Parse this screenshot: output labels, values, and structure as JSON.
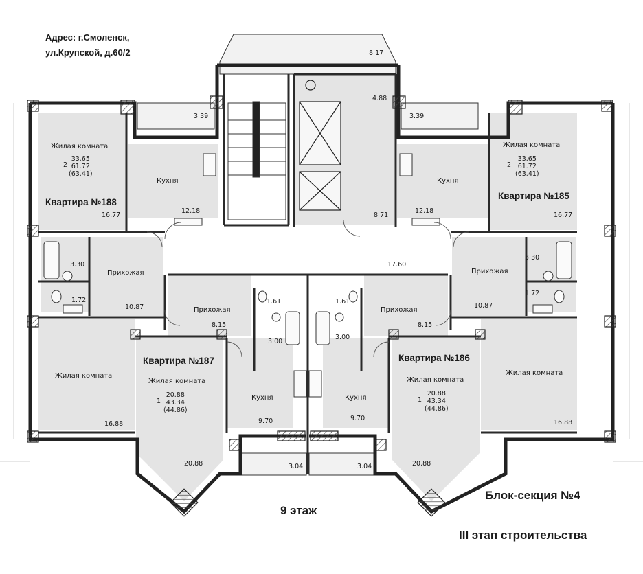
{
  "address": {
    "line1": "Адрес: г.Смоленск,",
    "line2": "ул.Крупской, д.60/2"
  },
  "floor_label": "9 этаж",
  "block_label": "Блок-секция №4",
  "stage_label": "III этап строительства",
  "apartments": [
    {
      "id": "185",
      "label": "Квартира №185",
      "rooms": "2",
      "living_area": "33.65",
      "total_area": "61.72",
      "total_with_balcony": "(63.41)",
      "living_room": "Жилая комната",
      "kitchen": "Кухня",
      "hall": "Прихожая",
      "room_areas": [
        "3.39",
        "12.18",
        "16.77",
        "3.30",
        "1.72",
        "10.87",
        "16.88"
      ]
    },
    {
      "id": "186",
      "label": "Квартира №186",
      "rooms": "1",
      "living_area": "20.88",
      "total_area": "43.34",
      "total_with_balcony": "(44.86)",
      "living_room": "Жилая комната",
      "kitchen": "Кухня",
      "hall": "Прихожая",
      "room_areas": [
        "1.61",
        "8.15",
        "3.00",
        "9.70",
        "3.04",
        "20.88"
      ]
    },
    {
      "id": "187",
      "label": "Квартира №187",
      "rooms": "1",
      "living_area": "20.88",
      "total_area": "43.34",
      "total_with_balcony": "(44.86)",
      "living_room": "Жилая комната",
      "kitchen": "Кухня",
      "hall": "Прихожая",
      "room_areas": [
        "1.61",
        "8.15",
        "3.00",
        "9.70",
        "3.04",
        "20.88"
      ]
    },
    {
      "id": "188",
      "label": "Квартира №188",
      "rooms": "2",
      "living_area": "33.65",
      "total_area": "61.72",
      "total_with_balcony": "(63.41)",
      "living_room": "Жилая комната",
      "kitchen": "Кухня",
      "hall": "Прихожая",
      "room_areas": [
        "3.39",
        "12.18",
        "16.77",
        "3.30",
        "1.72",
        "10.87",
        "16.88"
      ]
    }
  ],
  "core": {
    "loggia_area": "8.17",
    "lift_hall_area": "4.88",
    "vestibule_area": "8.71",
    "corridor_area": "17.60"
  }
}
